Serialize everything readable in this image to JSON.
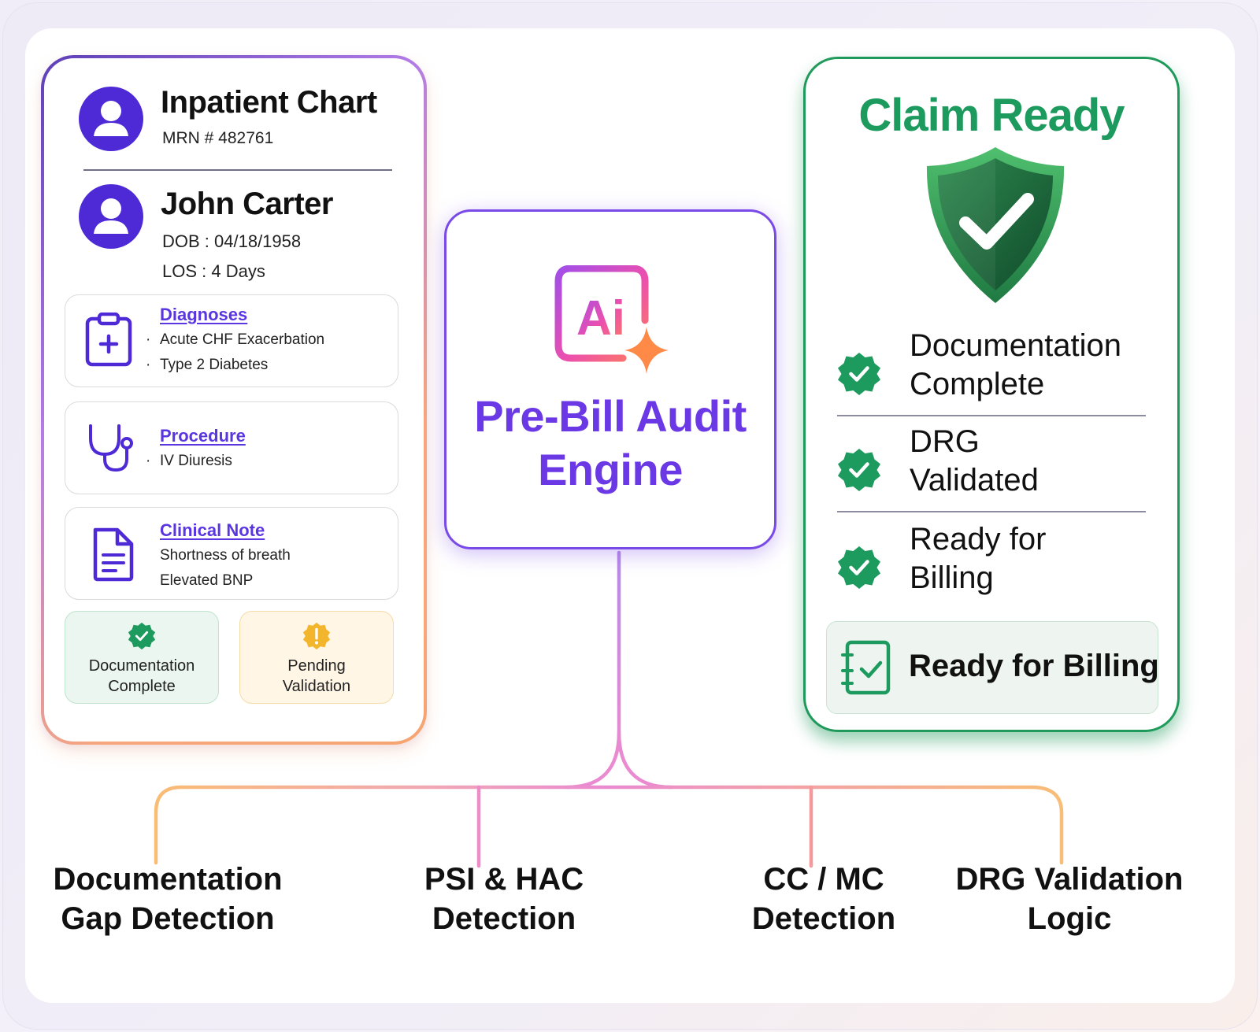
{
  "chart": {
    "title": "Inpatient Chart",
    "mrn": "MRN # 482761",
    "patient_name": "John Carter",
    "dob": "DOB : 04/18/1958",
    "los": "LOS : 4 Days",
    "diagnoses": {
      "heading": "Diagnoses",
      "items": [
        "Acute CHF Exacerbation",
        "Type 2 Diabetes"
      ]
    },
    "procedure": {
      "heading": "Procedure",
      "items": [
        "IV Diuresis"
      ]
    },
    "clinical_note": {
      "heading": "Clinical Note",
      "lines": [
        "Shortness of breath",
        "Elevated BNP"
      ]
    },
    "status_complete": {
      "line1": "Documentation",
      "line2": "Complete"
    },
    "status_pending": {
      "line1": "Pending",
      "line2": "Validation"
    }
  },
  "engine": {
    "icon_text": "Ai",
    "title_line1": "Pre-Bill Audit",
    "title_line2": "Engine"
  },
  "claim": {
    "title": "Claim Ready",
    "checks": [
      {
        "line1": "Documentation",
        "line2": "Complete"
      },
      {
        "line1": "DRG",
        "line2": "Validated"
      },
      {
        "line1": "Ready for",
        "line2": "Billing"
      }
    ],
    "billing_label": "Ready for Billing"
  },
  "modules": [
    {
      "line1": "Documentation",
      "line2": "Gap Detection"
    },
    {
      "line1": "PSI & HAC",
      "line2": "Detection"
    },
    {
      "line1": "CC / MC",
      "line2": "Detection"
    },
    {
      "line1": "DRG Validation",
      "line2": "Logic"
    }
  ],
  "colors": {
    "accent_purple": "#6b38e6",
    "success_green": "#1d9a5d",
    "warning_yellow": "#f2b52c",
    "connector_orange": "#f8b56e",
    "connector_pink": "#e686c9"
  },
  "icons": [
    "user-icon",
    "clipboard-plus-icon",
    "stethoscope-icon",
    "document-icon",
    "check-seal-icon",
    "alert-seal-icon",
    "ai-sparkle-icon",
    "shield-check-icon",
    "checklist-icon"
  ]
}
